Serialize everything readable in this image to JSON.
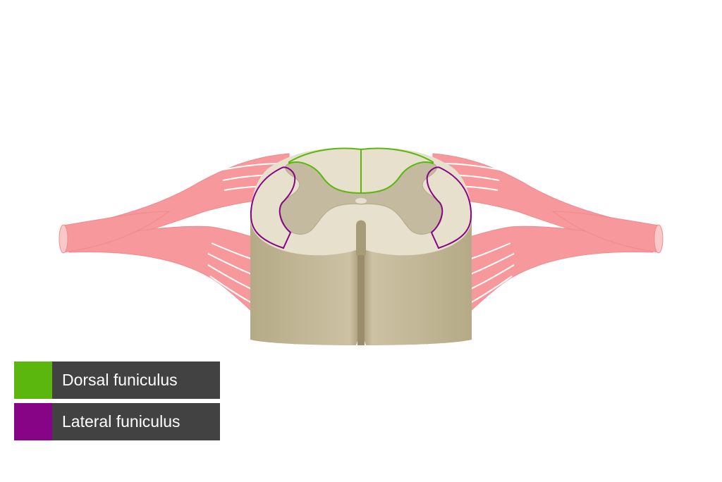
{
  "colors": {
    "dorsal_funiculus": "#5bb70d",
    "lateral_funiculus": "#870487",
    "legend_label_bg": "#424242",
    "white_matter": "#e6e0cc",
    "grey_matter": "#c3baa0",
    "cord_body": "#c4b996",
    "nerve_roots": "#f6989c"
  },
  "legend": [
    {
      "label": "Dorsal funiculus",
      "color": "#5bb70d",
      "region": "dorsal-funiculus"
    },
    {
      "label": "Lateral funiculus",
      "color": "#870487",
      "region": "lateral-funiculus"
    }
  ]
}
